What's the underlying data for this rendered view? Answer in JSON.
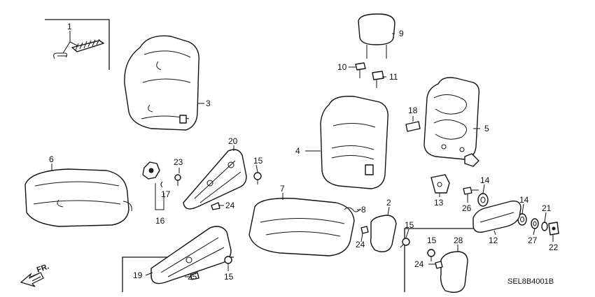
{
  "callouts": {
    "c1": "1",
    "c2": "2",
    "c3": "3",
    "c4": "4",
    "c5": "5",
    "c6": "6",
    "c7": "7",
    "c8": "8",
    "c9": "9",
    "c10": "10",
    "c11": "11",
    "c12": "12",
    "c13": "13",
    "c14a": "14",
    "c14b": "14",
    "c15a": "15",
    "c15b": "15",
    "c15c": "15",
    "c15d": "15",
    "c16": "16",
    "c17": "17",
    "c18": "18",
    "c19": "19",
    "c20": "20",
    "c21": "21",
    "c22": "22",
    "c23": "23",
    "c24a": "24",
    "c24b": "24",
    "c24c": "24",
    "c25": "25",
    "c26": "26",
    "c27": "27",
    "c28": "28"
  },
  "direction_label": "FR.",
  "diagram_code": "SEL8B4001B"
}
